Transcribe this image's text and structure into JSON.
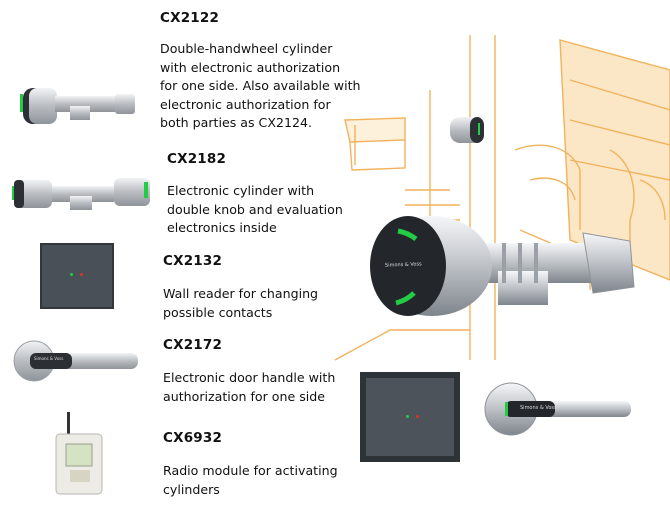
{
  "products": [
    {
      "code": "CX2122",
      "description": "Double-handwheel cylinder\nwith electronic authorization\nfor one side. Also available with\nelectronic authorization for\nboth parties as CX2124."
    },
    {
      "code": "CX2182",
      "description": "Electronic cylinder with\ndouble knob and evaluation\nelectronics inside"
    },
    {
      "code": "CX2132",
      "description": "Wall reader for changing\npossible contacts"
    },
    {
      "code": "CX2172",
      "description": "Electronic door handle with\nauthorization for one side"
    },
    {
      "code": "CX6932",
      "description": "Radio module for activating\ncylinders"
    }
  ],
  "brand_text": "Simons & Voss",
  "colors": {
    "line_art": "#f2b25c",
    "led_green": "#22cc44",
    "led_red": "#e03020",
    "metal": "#c9ccd0",
    "dark": "#2c3035"
  }
}
